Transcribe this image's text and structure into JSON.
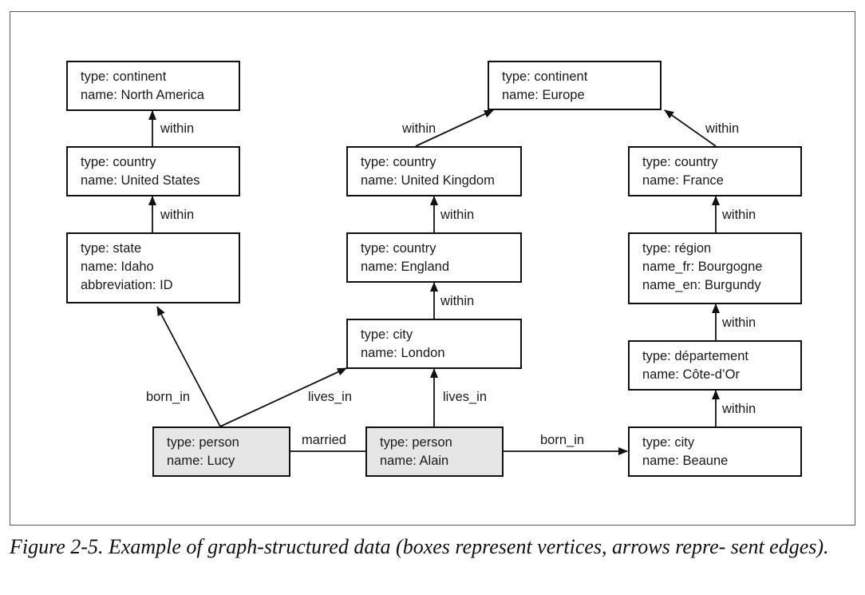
{
  "nodes": {
    "north_america": {
      "type": "type: continent",
      "name": "name: North America"
    },
    "united_states": {
      "type": "type: country",
      "name": "name: United States"
    },
    "idaho": {
      "type": "type: state",
      "name": "name: Idaho",
      "abbreviation": "abbreviation: ID"
    },
    "europe": {
      "type": "type: continent",
      "name": "name: Europe"
    },
    "united_kingdom": {
      "type": "type: country",
      "name": "name: United Kingdom"
    },
    "england": {
      "type": "type: country",
      "name": "name: England"
    },
    "london": {
      "type": "type: city",
      "name": "name: London"
    },
    "france": {
      "type": "type: country",
      "name": "name: France"
    },
    "bourgogne": {
      "type": "type: région",
      "name_fr": "name_fr: Bourgogne",
      "name_en": "name_en: Burgundy"
    },
    "cote_dor": {
      "type": "type: département",
      "name": "name: Côte-d’Or"
    },
    "lucy": {
      "type": "type: person",
      "name": "name: Lucy"
    },
    "alain": {
      "type": "type: person",
      "name": "name: Alain"
    },
    "beaune": {
      "type": "type: city",
      "name": "name: Beaune"
    }
  },
  "edge_labels": {
    "within": "within",
    "born_in": "born_in",
    "lives_in": "lives_in",
    "married": "married"
  },
  "caption": "Figure 2-5. Example of graph-structured data (boxes represent vertices, arrows repre- sent edges)."
}
